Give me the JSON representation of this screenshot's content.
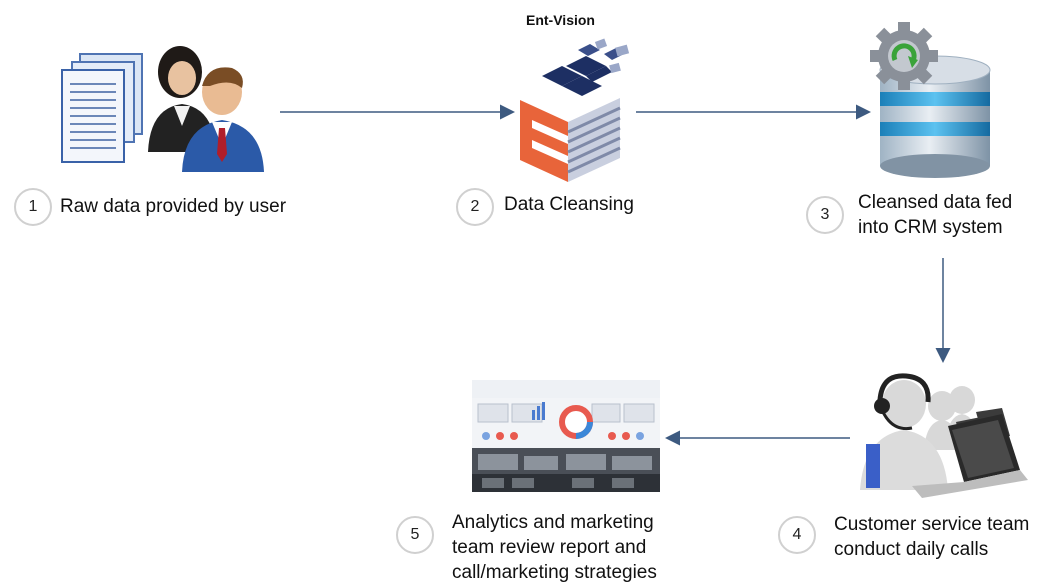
{
  "brand": "Ent-Vision",
  "steps": [
    {
      "number": "1",
      "label": "Raw data provided by user",
      "icon": "users-documents-icon"
    },
    {
      "number": "2",
      "label": "Data Cleansing",
      "icon": "ent-vision-logo-icon"
    },
    {
      "number": "3",
      "label_lines": [
        "Cleansed data fed",
        "into CRM system"
      ],
      "icon": "database-sync-icon"
    },
    {
      "number": "4",
      "label_lines": [
        "Customer service team",
        "conduct daily calls"
      ],
      "icon": "call-center-icon"
    },
    {
      "number": "5",
      "label_lines": [
        "Analytics and marketing",
        "team review report and",
        "call/marketing strategies"
      ],
      "icon": "analytics-dashboard-icon"
    }
  ],
  "colors": {
    "arrow": "#3d5a80",
    "circle_border": "#d0d0d0"
  }
}
